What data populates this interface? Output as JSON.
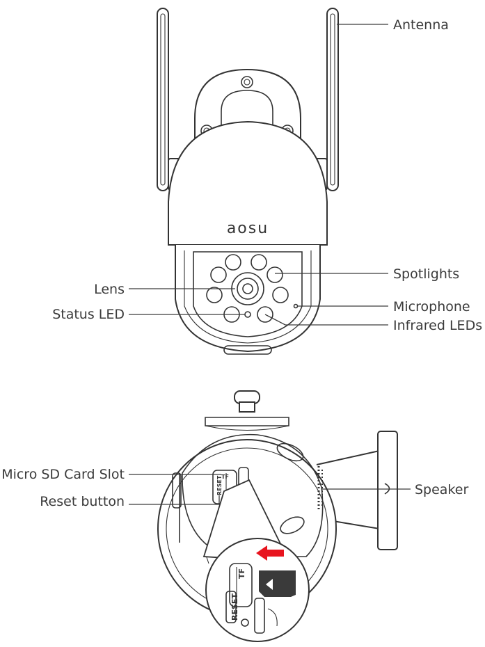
{
  "brand": "aosu",
  "colors": {
    "arrow": "#e8141e",
    "line": "#333333",
    "card": "#3a3a3a"
  },
  "front_view": {
    "labels": {
      "antenna": "Antenna",
      "spotlights": "Spotlights",
      "lens": "Lens",
      "microphone": "Microphone",
      "status_led": "Status LED",
      "infrared_leds": "Infrared LEDs"
    }
  },
  "side_view": {
    "labels": {
      "micro_sd_card_slot": "Micro SD Card Slot",
      "reset_button": "Reset button",
      "speaker": "Speaker"
    },
    "slot_markings": {
      "tf": "TF",
      "reset": "RESET"
    }
  }
}
